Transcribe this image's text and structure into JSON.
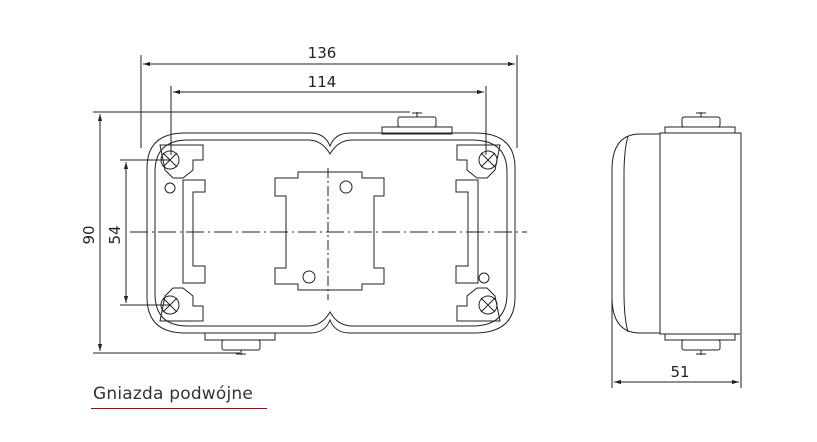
{
  "dimensions": {
    "overall_width": "136",
    "inner_width": "114",
    "overall_height": "90",
    "inner_height": "54",
    "depth": "51"
  },
  "caption": "Gniazda podwójne",
  "colors": {
    "line": "#222222",
    "caption_underline": "#7a1a1a"
  }
}
